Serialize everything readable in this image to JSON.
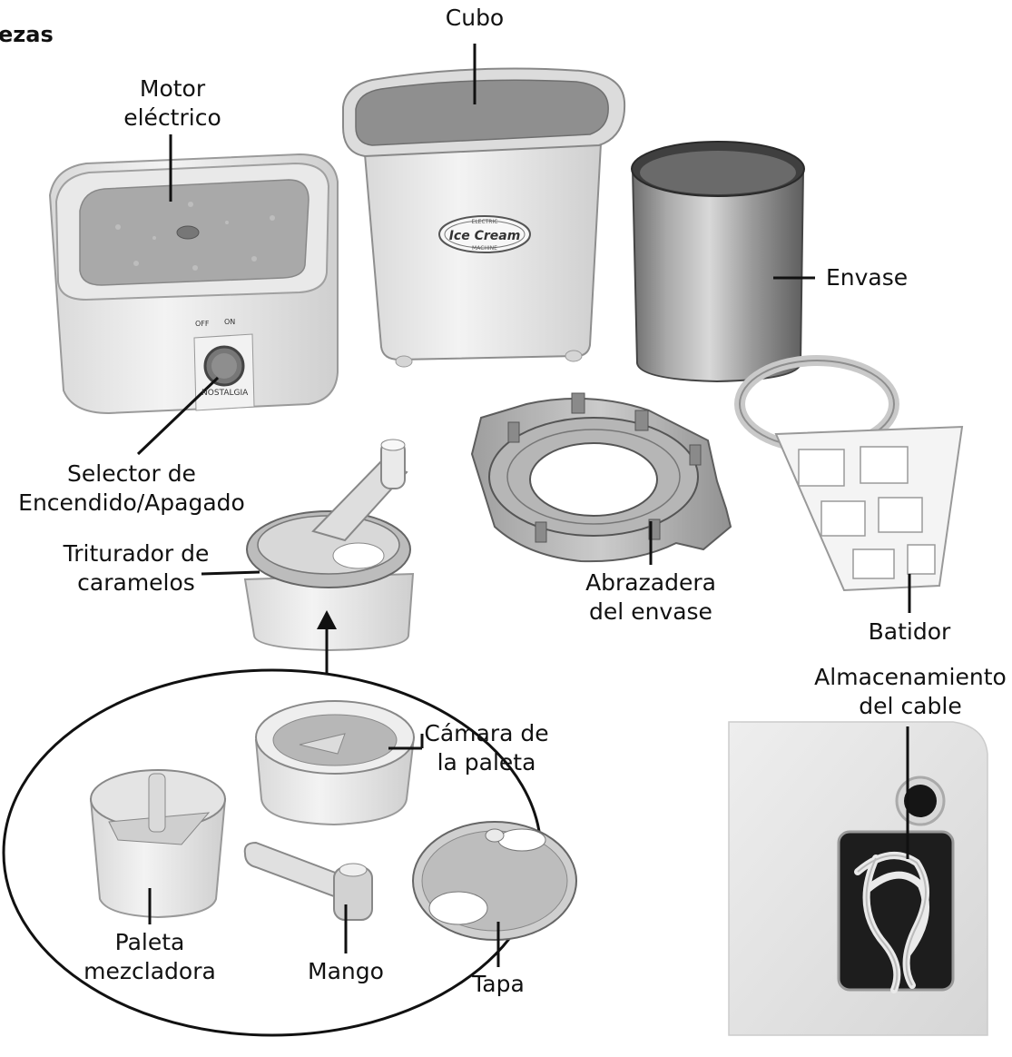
{
  "heading": "ezas",
  "labels": {
    "cubo": "Cubo",
    "motor_1": "Motor",
    "motor_2": "eléctrico",
    "envase": "Envase",
    "selector_1": "Selector de",
    "selector_2": "Encendido/Apagado",
    "triturador_1": "Triturador de",
    "triturador_2": "caramelos",
    "abrazadera_1": "Abrazadera",
    "abrazadera_2": "del envase",
    "batidor": "Batidor",
    "almacen_1": "Almacenamiento",
    "almacen_2": "del cable",
    "camara_1": "Cámara de",
    "camara_2": "la paleta",
    "paleta_1": "Paleta",
    "paleta_2": "mezcladora",
    "mango": "Mango",
    "tapa": "Tapa"
  },
  "product_text": {
    "badge_main": "Ice Cream",
    "badge_top": "ELECTRIC",
    "badge_bottom": "MACHINE",
    "brand": "NOSTALGIA",
    "switch_off": "OFF",
    "switch_on": "ON"
  }
}
